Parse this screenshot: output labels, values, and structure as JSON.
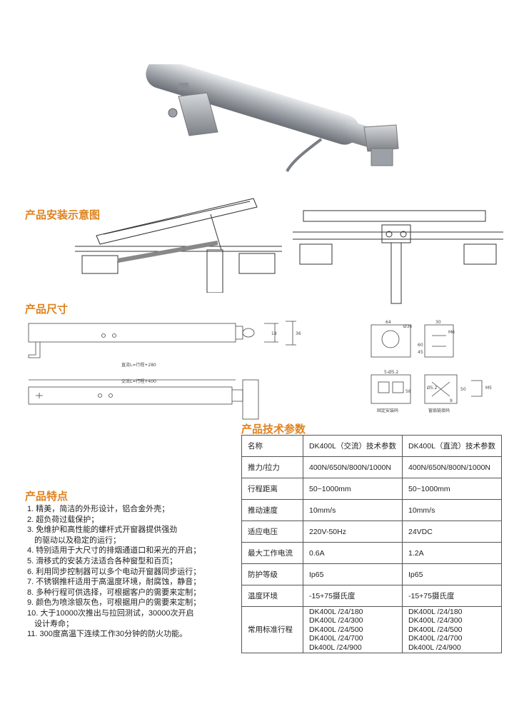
{
  "sections": {
    "install": "产品安装示意图",
    "dimensions": "产品尺寸",
    "specs": "产品技术参数",
    "features": "产品特点"
  },
  "dimension_labels": {
    "dim_18": "18",
    "dim_36": "36",
    "dc_stroke": "直流L=行程+280",
    "ac_stroke": "交流L=行程+400",
    "bracket_64": "64",
    "bracket_d36": "Ø36",
    "bracket_30": "30",
    "bracket_m6": "M6",
    "bracket_60": "60",
    "bracket_45": "45",
    "bracket_52a": "5-Ø5.2",
    "bracket_58": "58",
    "bracket_52b": "Ø5.2",
    "bracket_50": "50",
    "bracket_9": "9",
    "bracket_m5": "M5",
    "fixed_caption": "固定安装码",
    "hinge_caption": "窗扇链接码"
  },
  "table": {
    "header": [
      "名称",
      "DK400L（交流）技术参数",
      "DK400L（直流）技术参数"
    ],
    "rows": [
      {
        "label": "推力/拉力",
        "ac": "400N/650N/800N/1000N",
        "dc": "400N/650N/800N/1000N"
      },
      {
        "label": "行程距离",
        "ac": "50~1000mm",
        "dc": "50~1000mm"
      },
      {
        "label": "推动速度",
        "ac": "10mm/s",
        "dc": "10mm/s"
      },
      {
        "label": "适应电压",
        "ac": "220V-50Hz",
        "dc": "24VDC"
      },
      {
        "label": "最大工作电流",
        "ac": "0.6A",
        "dc": "1.2A"
      },
      {
        "label": "防护等级",
        "ac": "Ip65",
        "dc": "Ip65"
      },
      {
        "label": "温度环境",
        "ac": "-15+75摄氏度",
        "dc": "-15+75摄氏度"
      }
    ],
    "last": {
      "label": "常用标准行程",
      "ac": [
        "DK400L /24/180",
        "DK400L /24/300",
        "DK400L /24/500",
        "DK400L /24/700",
        "Dk400L /24/900"
      ],
      "dc": [
        "DK400L /24/180",
        "DK400L /24/300",
        "DK400L /24/500",
        "DK400L /24/700",
        "Dk400L /24/900"
      ]
    }
  },
  "features": [
    "1. 精美，简洁的外形设计，铝合金外壳；",
    "2. 超负荷过载保护；",
    "3. 免维护和高性能的螺杆式开窗器提供强劲",
    "的驱动以及稳定的运行；",
    "4. 特别适用于大尺寸的排烟通道口和采光的开启；",
    "5. 滑移式的安装方法适合各种窗型和百页；",
    "6. 利用同步控制器可以多个电动开窗器同步运行；",
    "7. 不锈钢推杆适用于高温度环境，耐腐蚀，静音；",
    "8. 多种行程可供选择，可根据客户的需要来定制；",
    "9. 颜色为喷涂银灰色，可根据用户的需要来定制；",
    "10. 大于10000次推出与拉回测试，30000次开启",
    "设计寿命；",
    "11. 300度高温下连续工作30分钟的防火功能。"
  ]
}
